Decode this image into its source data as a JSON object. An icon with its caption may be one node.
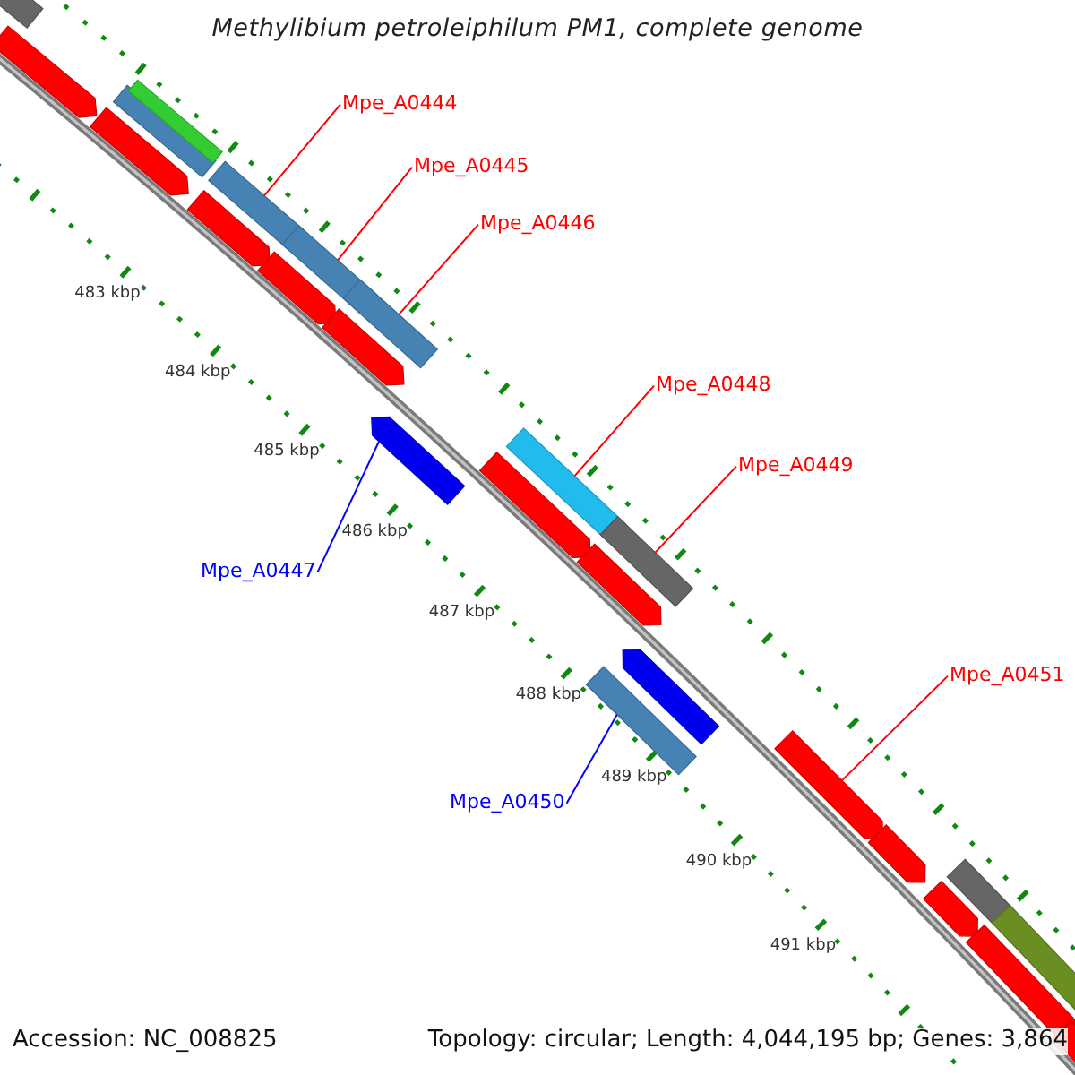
{
  "diagram": {
    "title": "Methylibium petroleiphilum PM1, complete genome",
    "nodes": [
      {
        "text": [
          "Mpe_A0444"
        ]
      },
      {
        "text": [
          "Mpe_A0445"
        ]
      },
      {
        "text": [
          "Mpe_A0446"
        ]
      },
      {
        "text": [
          "Mpe_A0447"
        ]
      },
      {
        "text": [
          "Mpe_A0448"
        ]
      },
      {
        "text": [
          "Mpe_A0449"
        ]
      },
      {
        "text": [
          "Mpe_A0450"
        ]
      },
      {
        "text": [
          "Mpe_A0451"
        ]
      },
      {
        "text": [],
        "shape": "bar"
      },
      {
        "text": [],
        "shape": "arrow"
      },
      {
        "text": [],
        "shape": "arrow"
      },
      {
        "text": [],
        "shape": "bar"
      },
      {
        "text": [],
        "shape": "bar"
      },
      {
        "text": [],
        "shape": "arrow"
      },
      {
        "text": [],
        "shape": "bar"
      },
      {
        "text": [],
        "shape": "arrow"
      },
      {
        "text": [],
        "shape": "bar"
      },
      {
        "text": [],
        "shape": "arrow"
      },
      {
        "text": [],
        "shape": "bar"
      },
      {
        "text": [],
        "shape": "arrow"
      },
      {
        "text": [],
        "shape": "arrow"
      },
      {
        "text": [],
        "shape": "bar"
      },
      {
        "text": [],
        "shape": "arrow"
      },
      {
        "text": [],
        "shape": "bar"
      },
      {
        "text": [],
        "shape": "bar"
      },
      {
        "text": [],
        "shape": "arrow"
      },
      {
        "text": [],
        "shape": "arrow"
      },
      {
        "text": [],
        "shape": "arrow"
      },
      {
        "text": [],
        "shape": "arrow"
      },
      {
        "text": [],
        "shape": "bar"
      },
      {
        "text": [],
        "shape": "arrow"
      },
      {
        "text": [],
        "shape": "bar"
      },
      {
        "text": [],
        "shape": "arrow"
      }
    ],
    "edges": [
      {
        "from": 0,
        "to": 14,
        "arrow": "none"
      },
      {
        "from": 1,
        "to": 16,
        "arrow": "none"
      },
      {
        "from": 2,
        "to": 18,
        "arrow": "none"
      },
      {
        "from": 3,
        "to": 19,
        "arrow": "none",
        "color": "#0000ff"
      },
      {
        "from": 4,
        "to": 21,
        "arrow": "none"
      },
      {
        "from": 5,
        "to": 24,
        "arrow": "none"
      },
      {
        "from": 6,
        "to": 23,
        "arrow": "none",
        "color": "#0000ff"
      },
      {
        "from": 7,
        "to": 26,
        "arrow": "none"
      }
    ],
    "labels": [
      "483 kbp",
      "484 kbp",
      "485 kbp",
      "486 kbp",
      "487 kbp",
      "488 kbp",
      "489 kbp",
      "490 kbp",
      "491 kbp",
      "Accession: NC_008825",
      "Topology: circular; Length: 4,044,195 bp; Genes: 3,864"
    ]
  }
}
